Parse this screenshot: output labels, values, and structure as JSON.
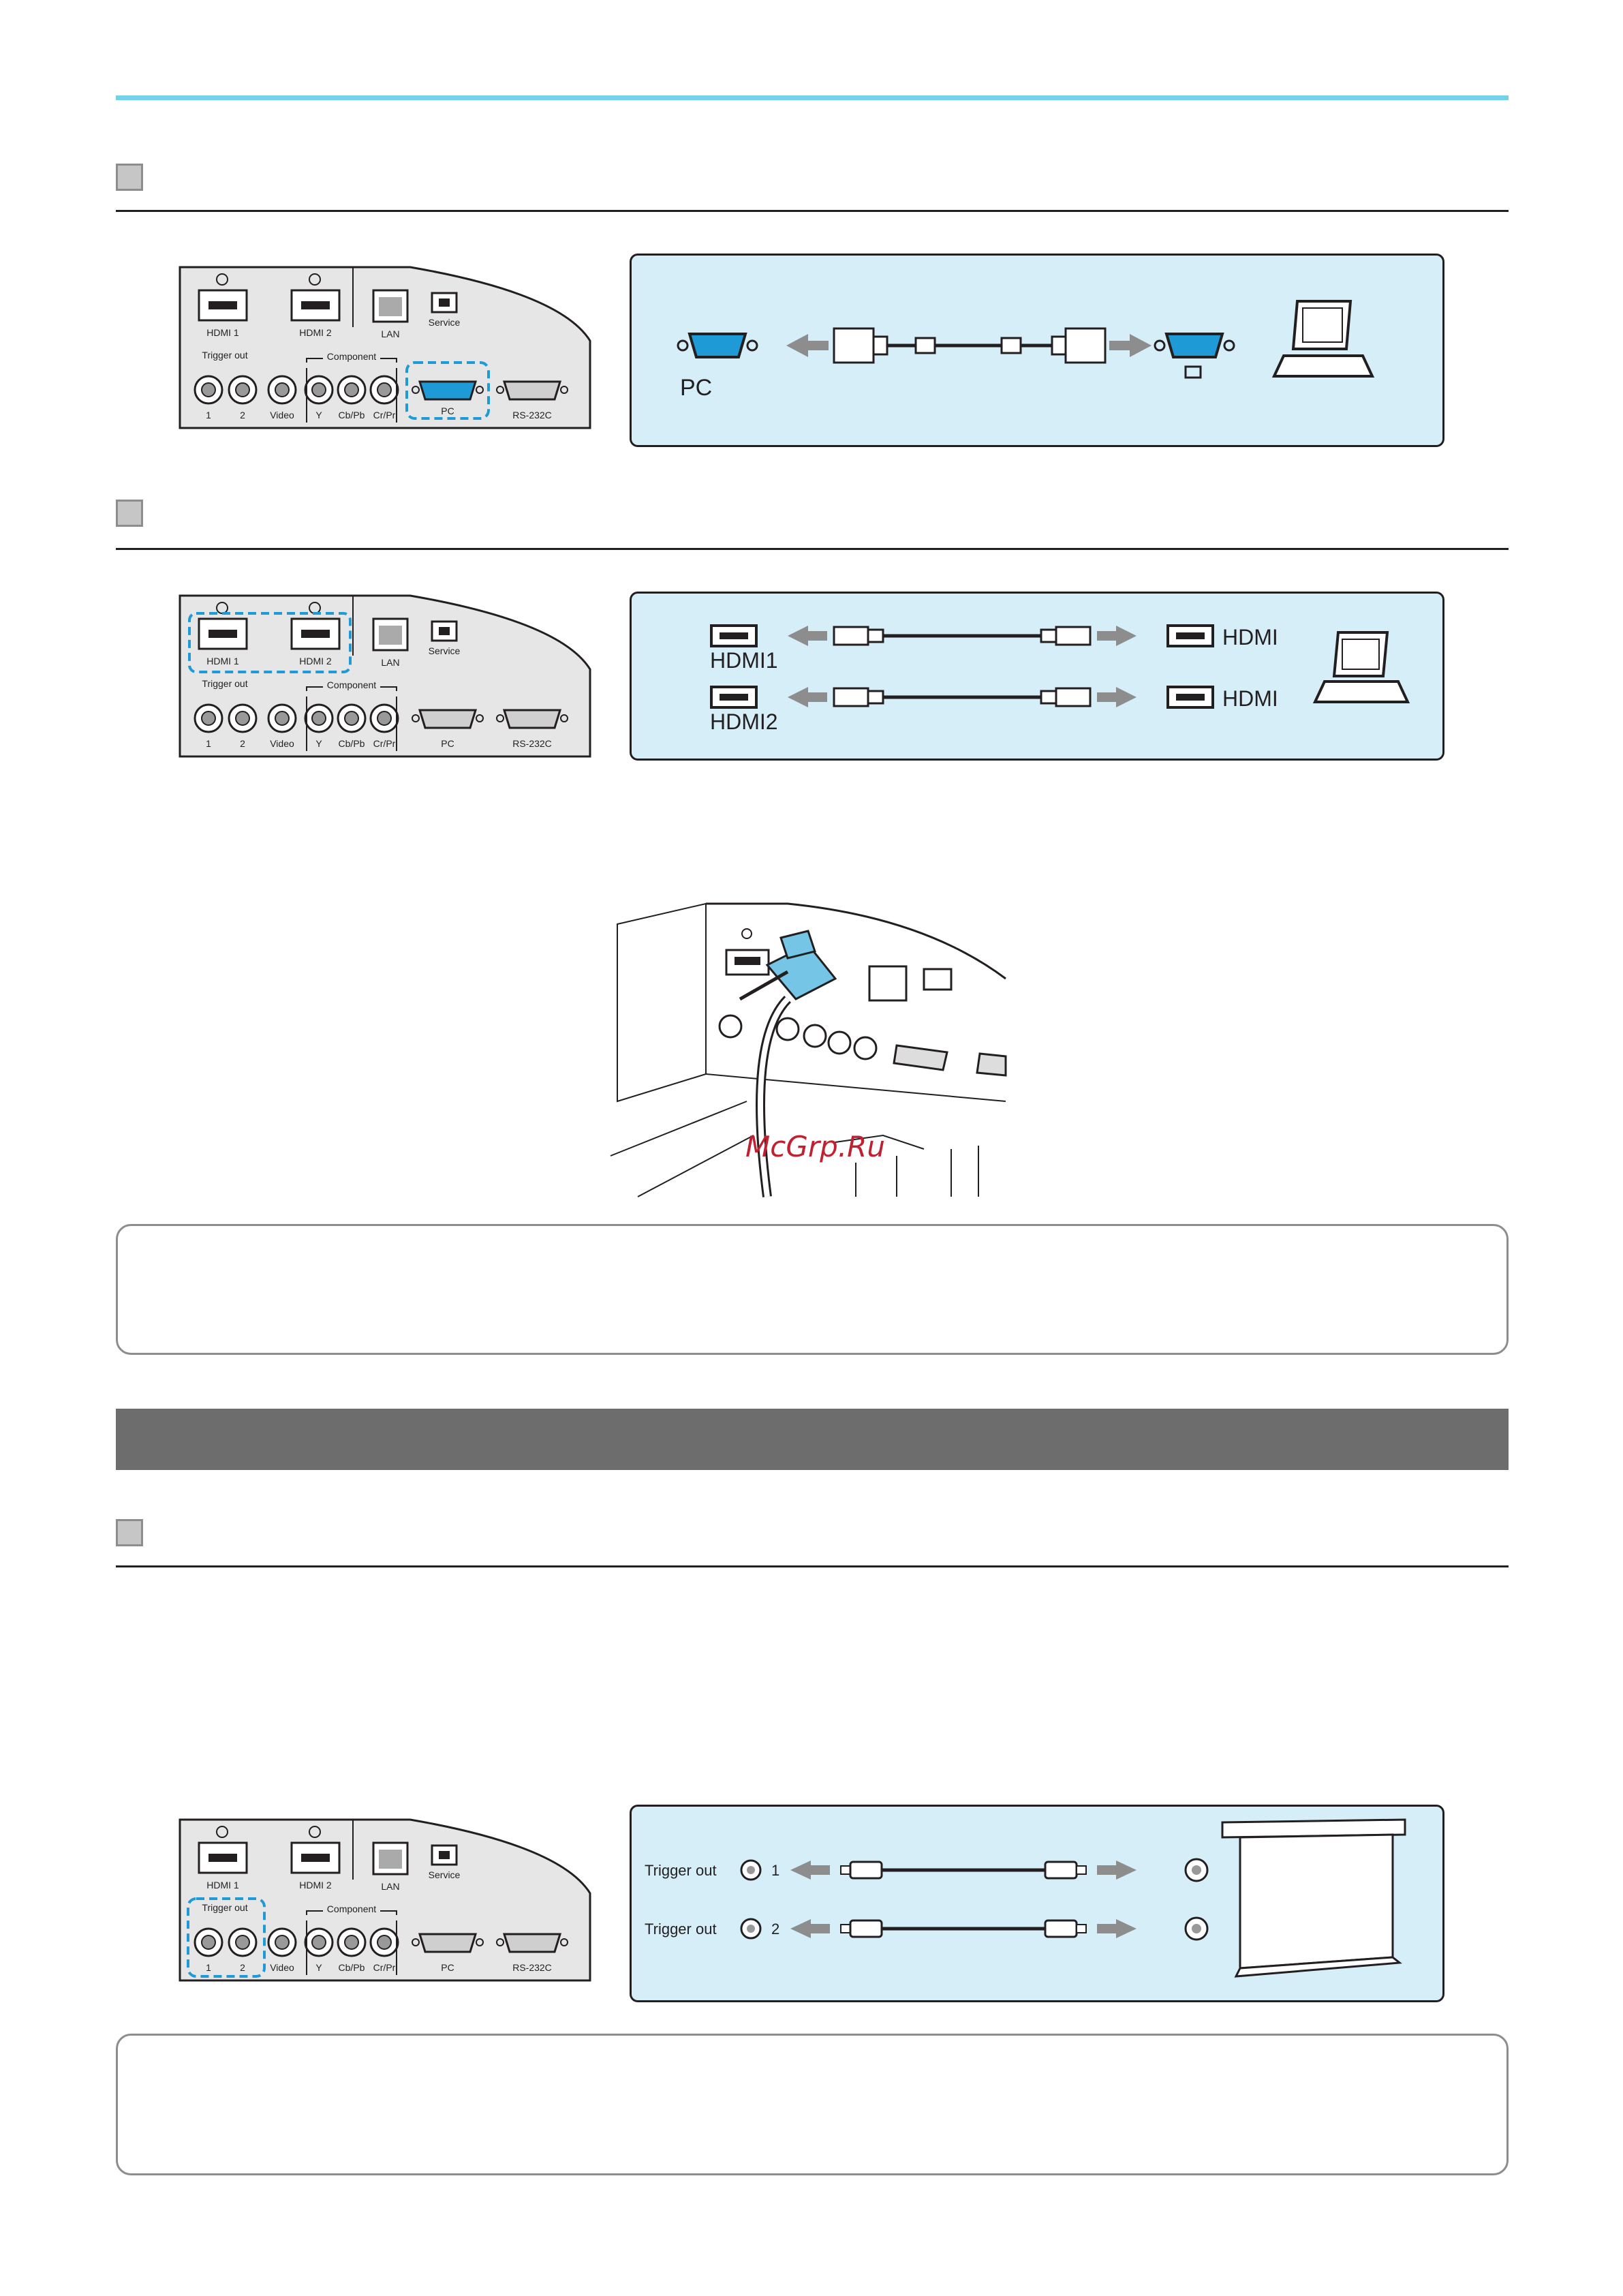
{
  "panel_port_labels": {
    "hdmi1": "HDMI 1",
    "hdmi2": "HDMI 2",
    "lan": "LAN",
    "service": "Service",
    "trigger_out": "Trigger out",
    "trig1": "1",
    "trig2": "2",
    "component": "Component",
    "video": "Video",
    "y": "Y",
    "cb": "Cb/Pb",
    "cr": "Cr/Pr",
    "pc": "PC",
    "rs232c": "RS-232C"
  },
  "diagram_pc": {
    "port_label": "PC"
  },
  "diagram_hdmi": {
    "left_1": "HDMI1",
    "left_2": "HDMI2",
    "right_1": "HDMI",
    "right_2": "HDMI"
  },
  "diagram_trigger": {
    "row1_label": "Trigger out",
    "row1_num": "1",
    "row2_label": "Trigger out",
    "row2_num": "2"
  },
  "watermark": "McGrp.Ru",
  "colors": {
    "accent_line": "#74d2e8",
    "diagram_bg": "#d6eef7",
    "port_highlight": "#1e9bd7",
    "band": "#6d6d6d"
  }
}
